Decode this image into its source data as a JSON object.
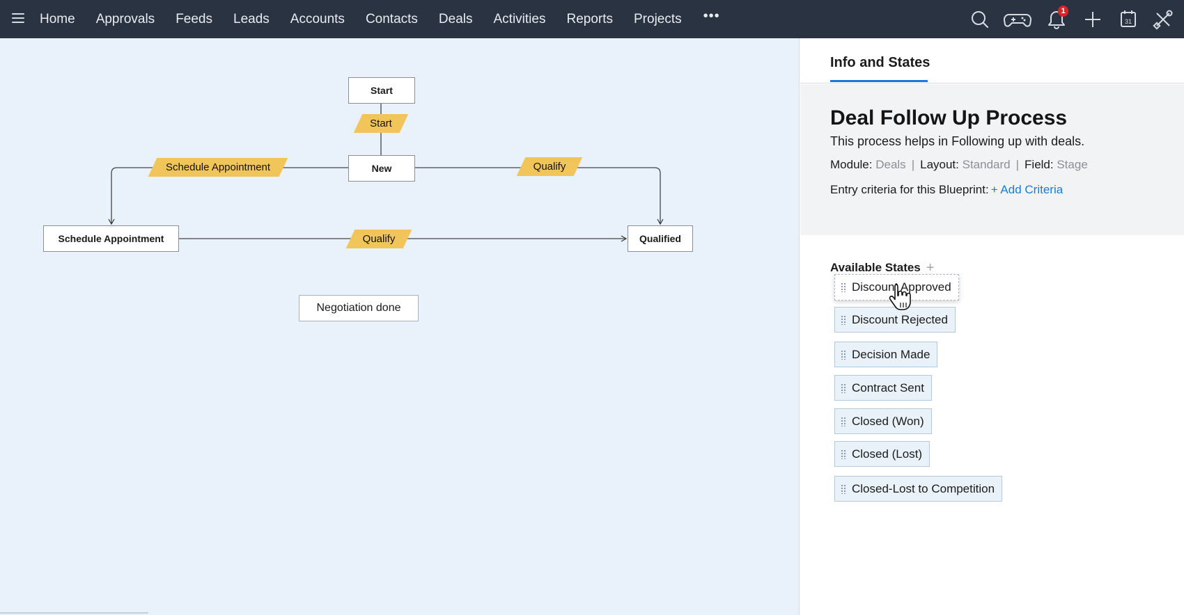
{
  "nav": {
    "items": [
      "Home",
      "Approvals",
      "Feeds",
      "Leads",
      "Accounts",
      "Contacts",
      "Deals",
      "Activities",
      "Reports",
      "Projects"
    ],
    "more": "•••",
    "notification_count": "1",
    "calendar_day": "31"
  },
  "diagram": {
    "nodes": {
      "start": "Start",
      "new": "New",
      "schedule": "Schedule Appointment",
      "qualified": "Qualified",
      "negotiation": "Negotiation done"
    },
    "transitions": {
      "start": "Start",
      "schedule": "Schedule Appointment",
      "qualify_top": "Qualify",
      "qualify_bottom": "Qualify"
    },
    "colors": {
      "transition": "#f2c55b",
      "canvas": "#e9f2fa"
    }
  },
  "panel": {
    "tab": "Info and States",
    "title": "Deal Follow Up Process",
    "description": "This process helps in Following up with deals.",
    "module_label": "Module:",
    "module_value": "Deals",
    "layout_label": "Layout:",
    "layout_value": "Standard",
    "field_label": "Field:",
    "field_value": "Stage",
    "separator": "|",
    "criteria_label": "Entry criteria for this Blueprint:",
    "criteria_link": "+ Add Criteria",
    "available_states_label": "Available States",
    "add_state": "+",
    "states": [
      "Discount Approved",
      "Discount Rejected",
      "Decision Made",
      "Contract Sent",
      "Closed (Won)",
      "Closed (Lost)",
      "Closed-Lost to Competition"
    ],
    "accent_color": "#1c7ad2"
  }
}
